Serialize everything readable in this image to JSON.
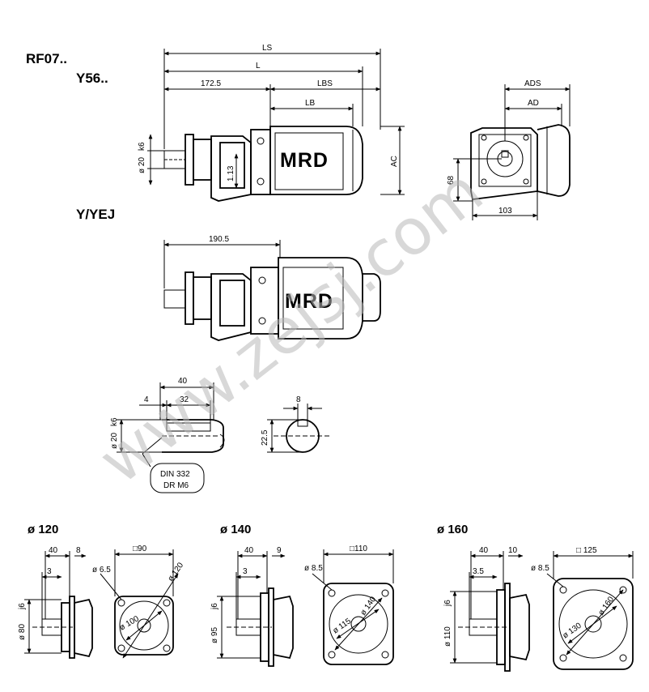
{
  "headers": {
    "model": "RF07..",
    "motor1": "Y56..",
    "motor2": "Y/YEJ"
  },
  "brand": "MRD",
  "watermark": "www.zejsj.com",
  "top_dims": {
    "ls": "LS",
    "l": "L",
    "d1725": "172.5",
    "lbs": "LBS",
    "lb": "LB",
    "ac": "AC",
    "shaft_dia": "ø 20",
    "shaft_tol": "k6",
    "d113": "1.13"
  },
  "side_dims": {
    "ads": "ADS",
    "ad": "AD",
    "h68": "68",
    "w103": "103"
  },
  "mid_dims": {
    "d1905": "190.5"
  },
  "shaft_dims": {
    "d40": "40",
    "d4": "4",
    "d32": "32",
    "dia20": "ø 20",
    "tol": "k6",
    "d8": "8",
    "d225": "22.5",
    "din1": "DIN 332",
    "din2": "DR M6"
  },
  "flanges": [
    {
      "title": "ø 120",
      "a": "40",
      "b": "8",
      "c": "3",
      "sq": "□90",
      "hole": "ø 6.5",
      "diag": "ø 120",
      "bc": "ø 100",
      "pilot": "ø 80",
      "tol": "j6"
    },
    {
      "title": "ø 140",
      "a": "40",
      "b": "9",
      "c": "3",
      "sq": "□110",
      "hole": "ø 8.5",
      "diag": "ø 140",
      "bc": "ø 115",
      "pilot": "ø 95",
      "tol": "j6"
    },
    {
      "title": "ø 160",
      "a": "40",
      "b": "10",
      "c": "3.5",
      "sq": "□ 125",
      "hole": "ø 8.5",
      "diag": "ø 160",
      "bc": "ø 130",
      "pilot": "ø 110",
      "tol": "j6"
    }
  ]
}
